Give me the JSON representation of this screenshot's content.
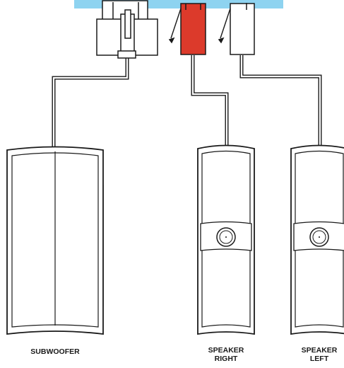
{
  "labels": {
    "subwoofer": "SUBWOOFER",
    "speaker_right_line1": "SPEAKER",
    "speaker_right_line2": "RIGHT",
    "speaker_left_line1": "SPEAKER",
    "speaker_left_line2": "LEFT"
  },
  "colors": {
    "panel": "#8ed3f0",
    "right_connector": "#dc3a2b",
    "outline": "#1a1a1a",
    "background": "#ffffff"
  }
}
